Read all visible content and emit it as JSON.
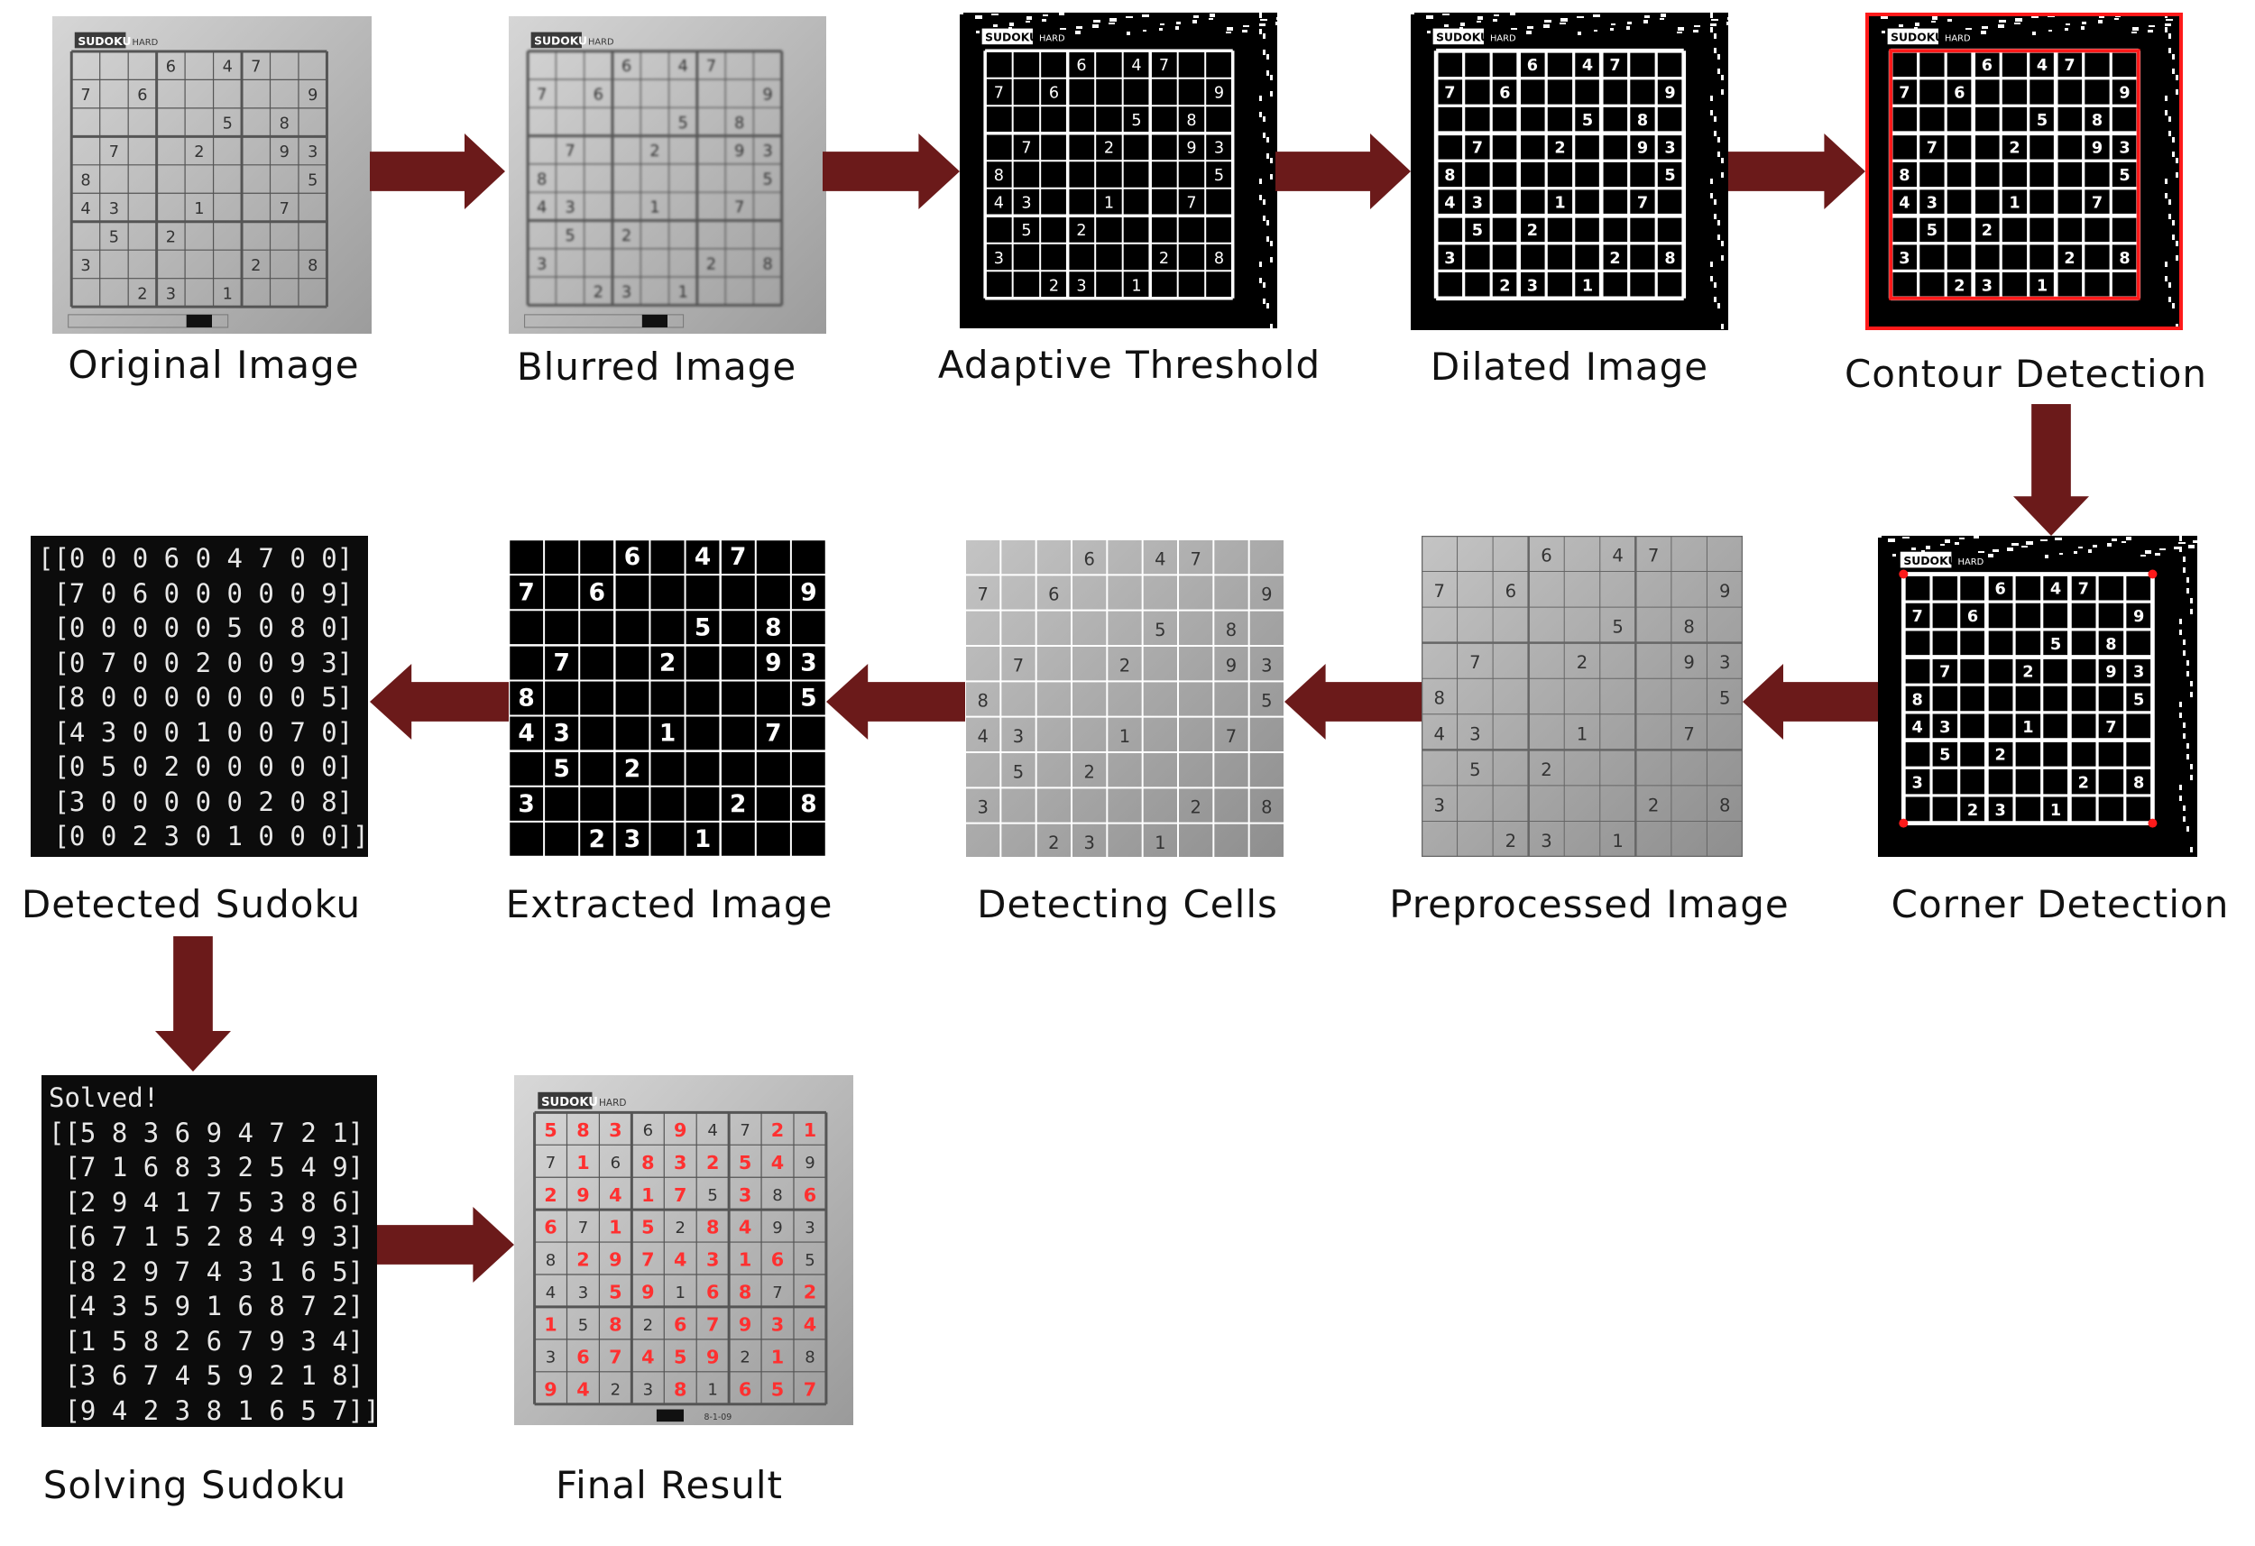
{
  "stages": [
    {
      "id": "original",
      "caption": "Original Image"
    },
    {
      "id": "blurred",
      "caption": "Blurred Image"
    },
    {
      "id": "adaptive",
      "caption": "Adaptive Threshold"
    },
    {
      "id": "dilated",
      "caption": "Dilated Image"
    },
    {
      "id": "contour",
      "caption": "Contour Detection"
    },
    {
      "id": "corner",
      "caption": "Corner Detection"
    },
    {
      "id": "preprocessed",
      "caption": "Preprocessed Image"
    },
    {
      "id": "cells",
      "caption": "Detecting Cells"
    },
    {
      "id": "extracted",
      "caption": "Extracted Image"
    },
    {
      "id": "detected",
      "caption": "Detected Sudoku"
    },
    {
      "id": "solving",
      "caption": "Solving Sudoku"
    },
    {
      "id": "final",
      "caption": "Final Result"
    }
  ],
  "paper": {
    "title": "SUDOKU",
    "difficulty": "HARD",
    "footer": "8-1-09"
  },
  "puzzle": [
    [
      0,
      0,
      0,
      6,
      0,
      4,
      7,
      0,
      0
    ],
    [
      7,
      0,
      6,
      0,
      0,
      0,
      0,
      0,
      9
    ],
    [
      0,
      0,
      0,
      0,
      0,
      5,
      0,
      8,
      0
    ],
    [
      0,
      7,
      0,
      0,
      2,
      0,
      0,
      9,
      3
    ],
    [
      8,
      0,
      0,
      0,
      0,
      0,
      0,
      0,
      5
    ],
    [
      4,
      3,
      0,
      0,
      1,
      0,
      0,
      7,
      0
    ],
    [
      0,
      5,
      0,
      2,
      0,
      0,
      0,
      0,
      0
    ],
    [
      3,
      0,
      0,
      0,
      0,
      0,
      2,
      0,
      8
    ],
    [
      0,
      0,
      2,
      3,
      0,
      1,
      0,
      0,
      0
    ]
  ],
  "solution": [
    [
      5,
      8,
      3,
      6,
      9,
      4,
      7,
      2,
      1
    ],
    [
      7,
      1,
      6,
      8,
      3,
      2,
      5,
      4,
      9
    ],
    [
      2,
      9,
      4,
      1,
      7,
      5,
      3,
      8,
      6
    ],
    [
      6,
      7,
      1,
      5,
      2,
      8,
      4,
      9,
      3
    ],
    [
      8,
      2,
      9,
      7,
      4,
      3,
      1,
      6,
      5
    ],
    [
      4,
      3,
      5,
      9,
      1,
      6,
      8,
      7,
      2
    ],
    [
      1,
      5,
      8,
      2,
      6,
      7,
      9,
      3,
      4
    ],
    [
      3,
      6,
      7,
      4,
      5,
      9,
      2,
      1,
      8
    ],
    [
      9,
      4,
      2,
      3,
      8,
      1,
      6,
      5,
      7
    ]
  ],
  "terminal": {
    "detected_lines": [
      "[[0 0 0 6 0 4 7 0 0]",
      " [7 0 6 0 0 0 0 0 9]",
      " [0 0 0 0 0 5 0 8 0]",
      " [0 7 0 0 2 0 0 9 3]",
      " [8 0 0 0 0 0 0 0 5]",
      " [4 3 0 0 1 0 0 7 0]",
      " [0 5 0 2 0 0 0 0 0]",
      " [3 0 0 0 0 0 2 0 8]",
      " [0 0 2 3 0 1 0 0 0]]"
    ],
    "solved_label": "Solved!",
    "solved_lines": [
      "[[5 8 3 6 9 4 7 2 1]",
      " [7 1 6 8 3 2 5 4 9]",
      " [2 9 4 1 7 5 3 8 6]",
      " [6 7 1 5 2 8 4 9 3]",
      " [8 2 9 7 4 3 1 6 5]",
      " [4 3 5 9 1 6 8 7 2]",
      " [1 5 8 2 6 7 9 3 4]",
      " [3 6 7 4 5 9 2 1 8]",
      " [9 4 2 3 8 1 6 5 7]]"
    ]
  },
  "colors": {
    "arrow": "#6b1a1a",
    "contour": "#ff1a1a",
    "solved_digit": "#ff3030",
    "paper": "#c8c8c8",
    "paper_dark": "#9a9a9a"
  }
}
